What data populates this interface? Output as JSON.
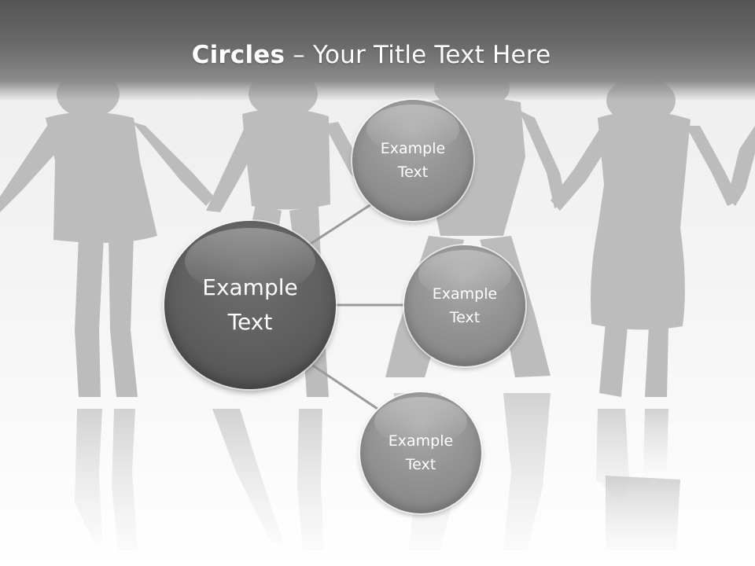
{
  "title": {
    "bold": "Circles",
    "rest": " – Your Title Text Here"
  },
  "center_circle": {
    "label": "Example Text"
  },
  "satellite_circles": [
    {
      "label": "Example Text"
    },
    {
      "label": "Example Text"
    },
    {
      "label": "Example Text"
    }
  ],
  "colors": {
    "title_bar": "#5a5a5a",
    "center_circle": "#5e5e5e",
    "satellite_circle": "#929292",
    "connector": "#9a9a9a",
    "silhouette": "#b9b9b9",
    "text": "#ffffff"
  }
}
